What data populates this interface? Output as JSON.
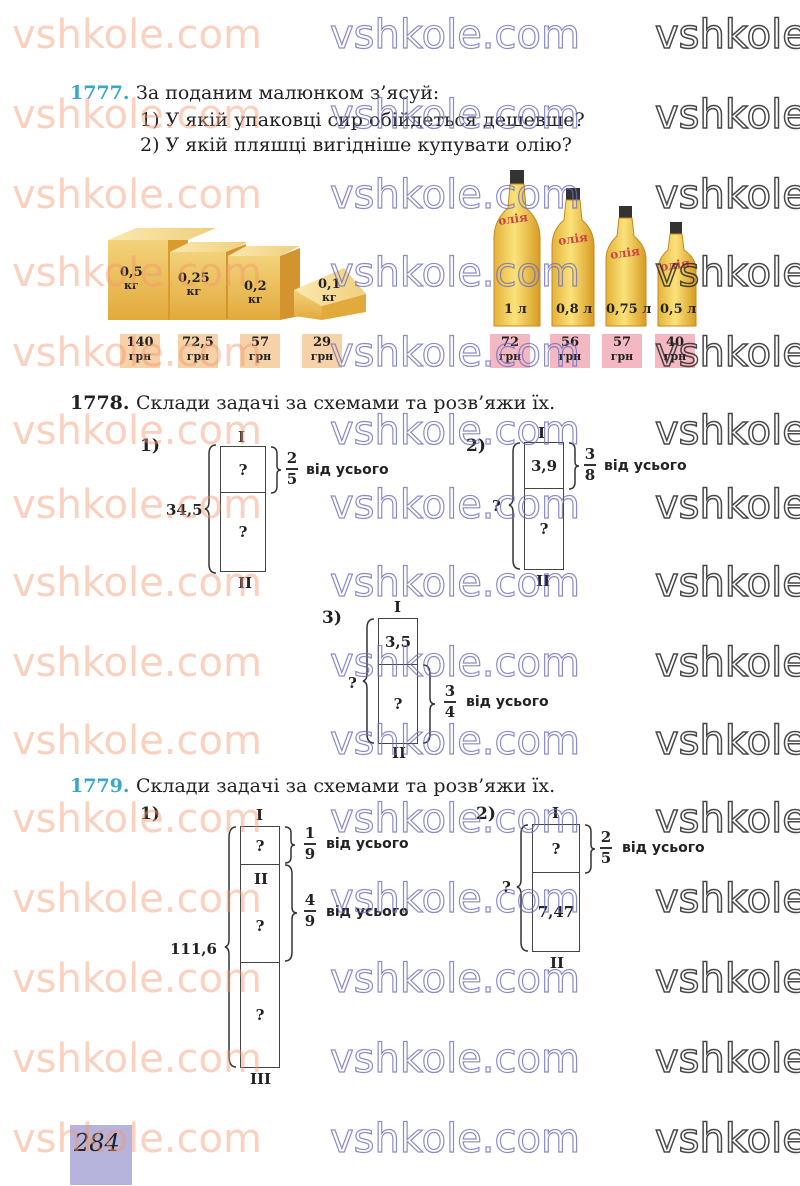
{
  "watermark": "vshkole.com",
  "watermark_short": "vshkole",
  "t1777": {
    "num": "1777.",
    "title": "За поданим малюнком з’ясуй:",
    "q1": "1) У якій упаковці сир обійдеться дешевше?",
    "q2": "2) У якій пляшці вигідніше купувати олію?",
    "cheese": [
      {
        "weight": "0,5",
        "unit": "кг",
        "price": "140",
        "cur": "грн"
      },
      {
        "weight": "0,25",
        "unit": "кг",
        "price": "72,5",
        "cur": "грн"
      },
      {
        "weight": "0,2",
        "unit": "кг",
        "price": "57",
        "cur": "грн"
      },
      {
        "weight": "0,1",
        "unit": "кг",
        "price": "29",
        "cur": "грн"
      }
    ],
    "oil_label": "олія",
    "oil": [
      {
        "volume": "1 л",
        "price": "72",
        "cur": "грн"
      },
      {
        "volume": "0,8 л",
        "price": "56",
        "cur": "грн"
      },
      {
        "volume": "0,75 л",
        "price": "57",
        "cur": "грн"
      },
      {
        "volume": "0,5 л",
        "price": "40",
        "cur": "грн"
      }
    ]
  },
  "t1778": {
    "num": "1778.",
    "title": "Склади задачі за схемами та розв’яжи їх.",
    "s1": {
      "n": "1)",
      "top": "I",
      "bottom": "II",
      "a": "?",
      "b": "?",
      "total": "34,5",
      "fn": "2",
      "fd": "5",
      "of": "від усього"
    },
    "s2": {
      "n": "2)",
      "top": "I",
      "bottom": "II",
      "a": "3,9",
      "b": "?",
      "total": "?",
      "fn": "3",
      "fd": "8",
      "of": "від усього"
    },
    "s3": {
      "n": "3)",
      "top": "I",
      "bottom": "II",
      "a": "3,5",
      "b": "?",
      "total": "?",
      "fn": "3",
      "fd": "4",
      "of": "від усього"
    }
  },
  "t1779": {
    "num": "1779.",
    "title": "Склади задачі за схемами та розв’яжи їх.",
    "s1": {
      "n": "1)",
      "top": "I",
      "mid": "II",
      "bottom": "III",
      "a": "?",
      "b": "?",
      "c": "?",
      "total": "111,6",
      "f1n": "1",
      "f1d": "9",
      "f2n": "4",
      "f2d": "9",
      "of": "від усього"
    },
    "s2": {
      "n": "2)",
      "top": "I",
      "bottom": "II",
      "a": "?",
      "b": "7,47",
      "total": "?",
      "fn": "2",
      "fd": "5",
      "of": "від усього"
    }
  },
  "page": "284"
}
